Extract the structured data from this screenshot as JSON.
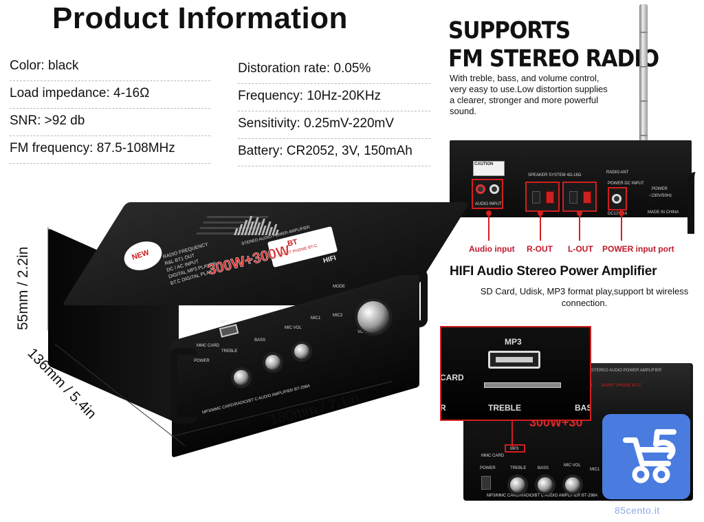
{
  "page_title": "Product Information",
  "specs_left": [
    "Color: black",
    "Load impedance: 4-16Ω",
    "SNR: >92 db",
    "FM frequency: 87.5-108MHz"
  ],
  "specs_right": [
    "Distoration rate: 0.05%",
    "Frequency: 10Hz-20KHz",
    "Sensitivity: 0.25mV-220mV",
    "Battery: CR2052, 3V, 150mAh"
  ],
  "fm": {
    "heading_line1": "SUPPORTS",
    "heading_line2": "FM STEREO RADIO",
    "description": "With treble, bass, and volume control, very easy to use.Low distortion supplies a clearer, stronger and more powerful sound."
  },
  "rear_panel": {
    "caution": "CAUTION",
    "speaker_system": "SPEAKER SYSTEM 4Ω-16Ω",
    "power_dc_input": "POWER DC INPUT",
    "audio_input": "AUDIO INPUT",
    "radio_ant": "RADIO ANT",
    "power": "POWER",
    "voltage": "~230V/50Hz",
    "dc_spec": "DC12V/3A",
    "made_in": "MADE IN CHINA"
  },
  "callouts": {
    "audio_input": "Audio input",
    "r_out": "R-OUT",
    "l_out": "L-OUT",
    "power_input": "POWER input port"
  },
  "hifi": {
    "title": "HIFI Audio Stereo Power Amplifier",
    "description": "SD Card, Udisk, MP3 format play,support bt wireless connection."
  },
  "amplifier": {
    "badge_new": "NEW",
    "bt_label": "BT",
    "smart_phone": "SMART PHONE BT-C",
    "hifi_mark": "HIFI",
    "stereo_label": "STEREO AUDIO POWER AMPLIFIER",
    "power_rating": "300W+300W",
    "features": [
      "RADIO FREQUENCY",
      "R&L BT1 OUT",
      "DC / AC INPUT",
      "DIGITAL MP3 PLAYER",
      "BT.C DIGITAL PLAY"
    ],
    "controls": {
      "mp3": "MP3",
      "mmc_card": "MMC CARD",
      "treble": "TREBLE",
      "bass": "BASS",
      "mic_vol": "MIC VOL",
      "mic1": "MIC1",
      "mic2": "MIC2",
      "mode": "MODE",
      "volume": "VOLUME",
      "power": "POWER"
    },
    "bottom_strip": "MP3/MMC CARD/RADIO/BT C AUDIO AMPLIFIER BT-298A"
  },
  "dimensions": {
    "height": "55mm / 2.2in",
    "depth": "136mm / 5.4in",
    "width": "180mm / 7.1in"
  },
  "zoom": {
    "mp3": "MP3",
    "card": "CARD",
    "treble": "TREBLE",
    "bass": "BAS",
    "left_edge": "R"
  },
  "amp2": {
    "mmc_card": "MMC CARD",
    "mp3": "MP3",
    "power": "POWER",
    "treble": "TREBLE",
    "bass": "BASS",
    "mic_vol": "MIC VOL",
    "mic1": "MIC1",
    "stereo_label": "STEREO AUDIO POWER AMPLIFIER",
    "power_rating": "300W+30",
    "smart_phone": "SMART PHONE BT-C",
    "bt_label": "BT",
    "bottom_strip": "MP3/MMC CARD/RADIO/BT C AUDIO AMPLIFIER BT-298A"
  },
  "brand_logo_icon": "cart-five-logo-icon",
  "watermark": "85cento.it",
  "colors": {
    "accent_red": "#d21f1f",
    "logo_blue": "#4a7ce0"
  }
}
